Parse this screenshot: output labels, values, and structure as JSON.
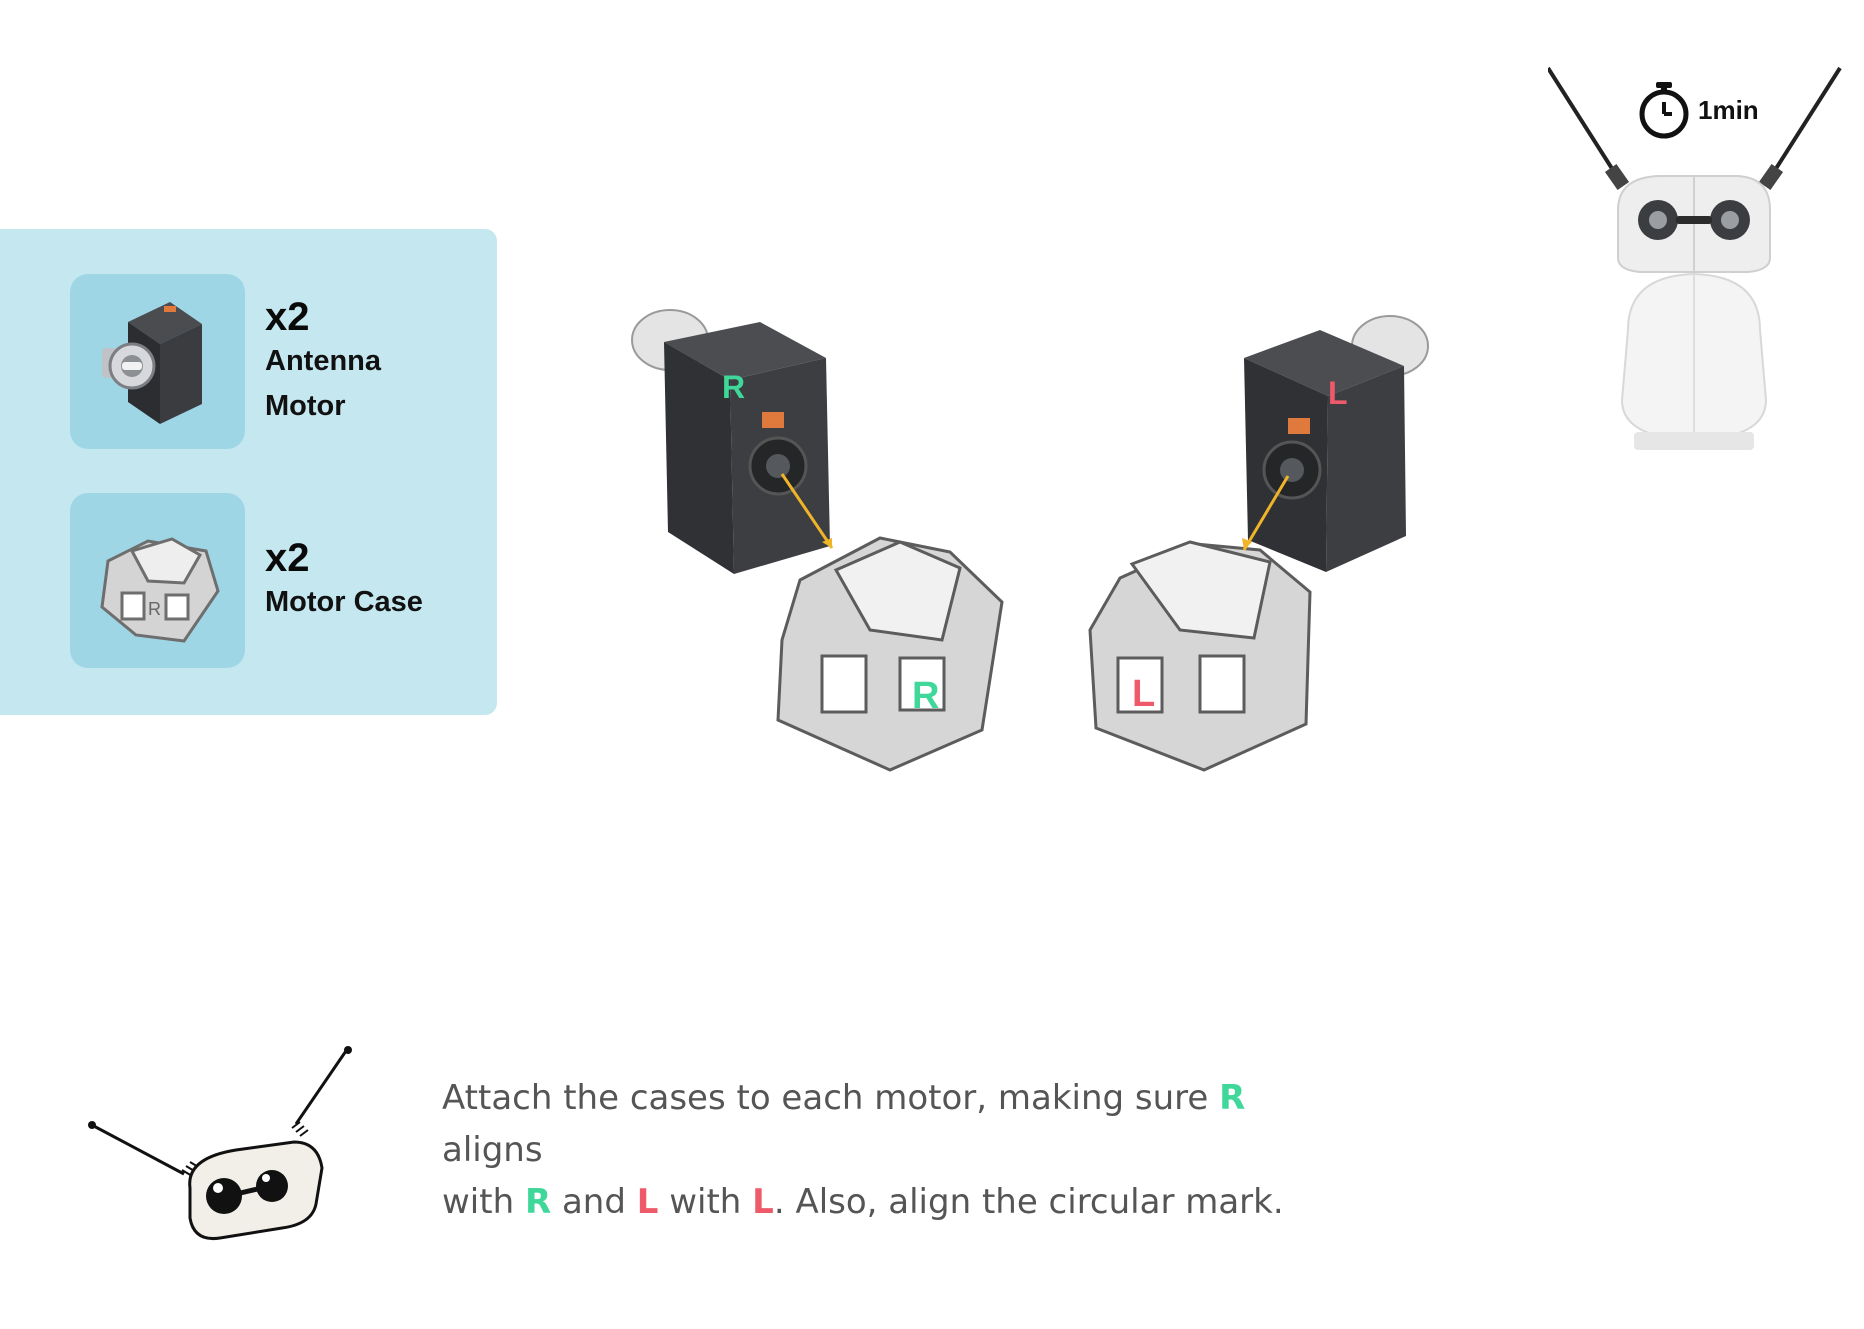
{
  "timer": {
    "label": "1min"
  },
  "parts": [
    {
      "qty": "x2",
      "name_line1": "Antenna",
      "name_line2": "Motor",
      "icon": "antenna-motor-icon"
    },
    {
      "qty": "x2",
      "name_line1": "Motor Case",
      "icon": "motor-case-icon"
    }
  ],
  "illustration": {
    "right_motor_mark": "R",
    "left_motor_mark": "L",
    "right_case_mark": "R",
    "left_case_mark": "L"
  },
  "instruction": {
    "t1": "Attach the cases to each motor, making sure ",
    "r1": "R",
    "t2": " aligns",
    "t3": "with ",
    "r2": "R",
    "t4": " and ",
    "l1": "L",
    "t5": " with ",
    "l2": "L",
    "t6": ". Also, align the circular mark."
  },
  "colors": {
    "panel_bg": "#c5e7f0",
    "thumb_bg": "#9fd6e6",
    "right_mark": "#3fd79a",
    "left_mark": "#ef5a6b",
    "arrow": "#f0b429",
    "motor_body": "#2e3033",
    "case_body": "#d9d9d9"
  }
}
